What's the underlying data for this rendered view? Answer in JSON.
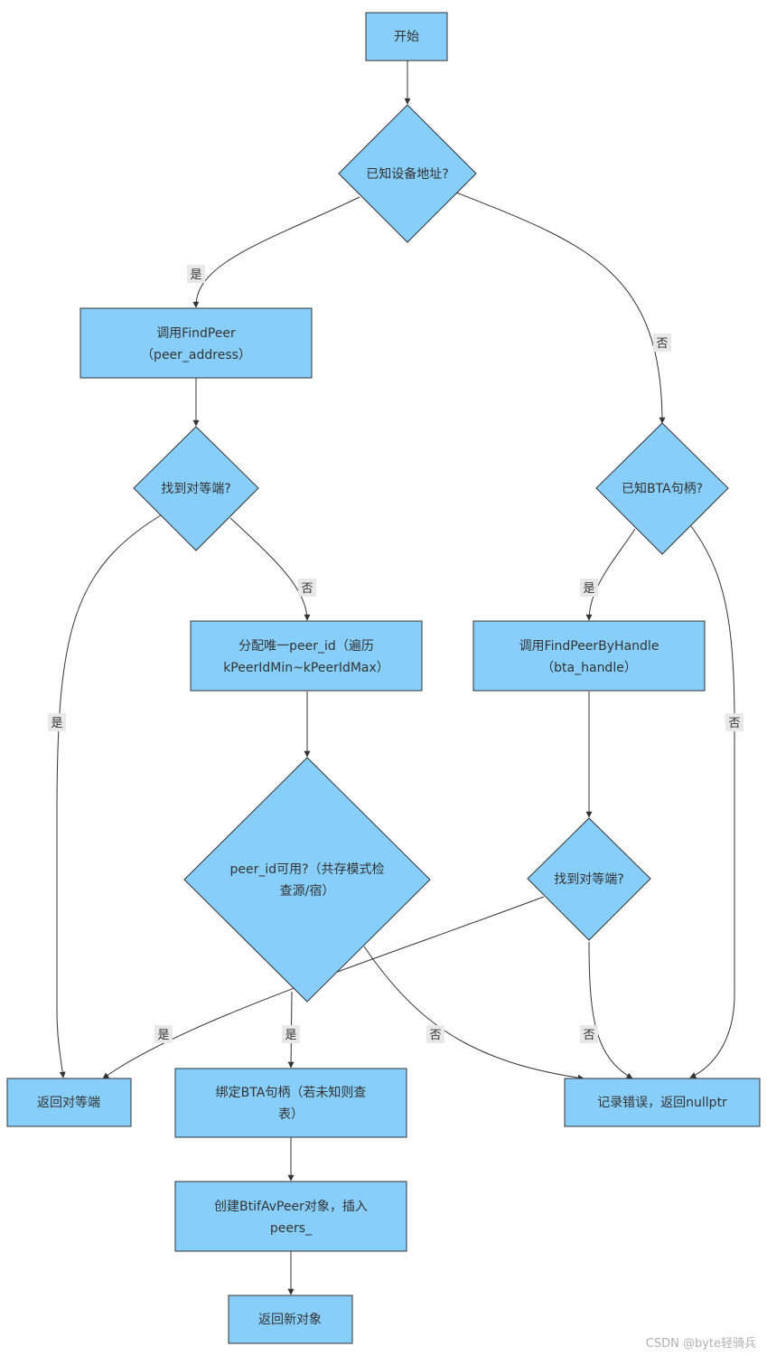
{
  "colors": {
    "node_fill": "#87CEFA",
    "node_stroke": "#333333",
    "edge": "#333333",
    "label_bg": "#e8e8e8"
  },
  "nodes": {
    "start": [
      "开始"
    ],
    "known_addr": [
      "已知设备地址?"
    ],
    "call_findpeer": [
      "调用FindPeer",
      "（peer_address）"
    ],
    "found_peer_1": [
      "找到对等端?"
    ],
    "known_handle": [
      "已知BTA句柄?"
    ],
    "alloc_peer_id": [
      "分配唯一peer_id（遍历",
      "kPeerIdMin~kPeerIdMax）"
    ],
    "call_findpeer_handle": [
      "调用FindPeerByHandle",
      "（bta_handle）"
    ],
    "peer_id_ok": [
      "peer_id可用?（共存模式检",
      "查源/宿）"
    ],
    "found_peer_2": [
      "找到对等端?"
    ],
    "return_peer": [
      "返回对等端"
    ],
    "bind_handle": [
      "绑定BTA句柄（若未知则查",
      "表）"
    ],
    "log_error": [
      "记录错误，返回nullptr"
    ],
    "create_peer": [
      "创建BtifAvPeer对象，插入",
      "peers_"
    ],
    "return_new": [
      "返回新对象"
    ]
  },
  "edge_labels": {
    "yes": "是",
    "no": "否"
  },
  "watermark": "CSDN @byte轻骑兵"
}
